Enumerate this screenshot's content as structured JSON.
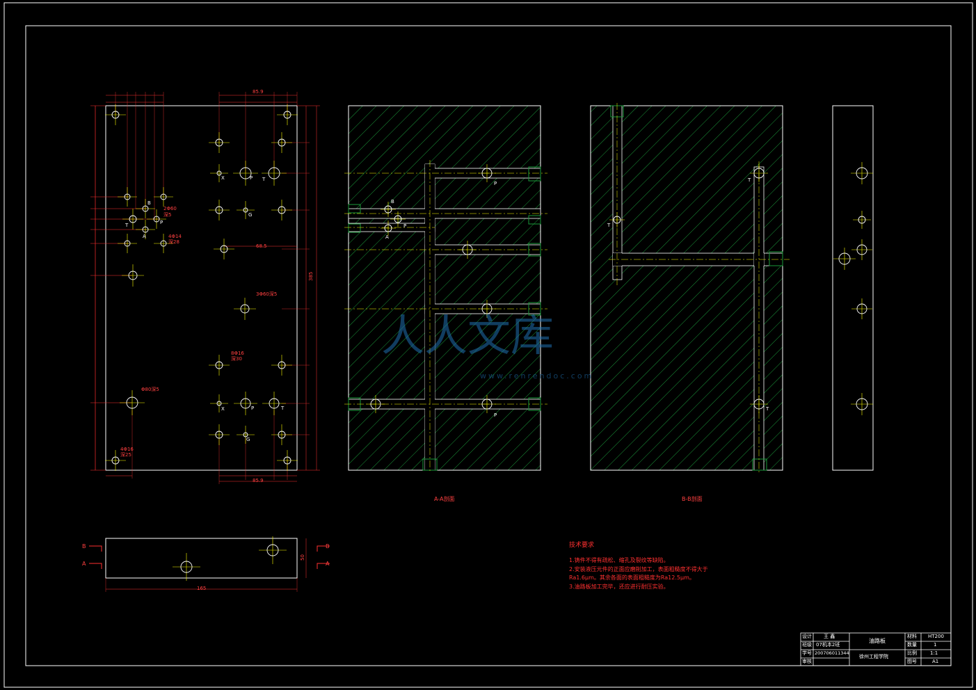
{
  "section_labels": {
    "aa": "A-A剖面",
    "bb": "B-B剖面"
  },
  "port_labels": {
    "b": "B",
    "a": "A",
    "p": "P",
    "t": "T",
    "x": "X",
    "g": "G"
  },
  "callouts": {
    "c1": "2Φ60",
    "c2": "深5",
    "c3": "4Φ14",
    "c4": "深28",
    "c5": "3Φ60深5",
    "c6": "8Φ16",
    "c7": "深30",
    "c8": "Φ80深5",
    "c9": "4Φ16",
    "c10": "深25"
  },
  "dimensions": {
    "total_height": "385",
    "total_width": "165",
    "bottom_height": "50",
    "left_mid": "68.5",
    "right_top": "85.9",
    "right_bottom": "85.9"
  },
  "tech_requirements": {
    "title": "技术要求",
    "line1": "1.铸件不得有疏松、缩孔及裂纹等缺陷。",
    "line2": "2.安装液压元件的正面应磨削加工，表面粗糙度不得大于",
    "line3": "Ra1.6μm。其余各面的表面粗糙度为Ra12.5μm。",
    "line4": "3.油路板加工完毕，还应进行耐压实验。"
  },
  "title_block": {
    "design_label": "设计",
    "design_value": "王 鑫",
    "class_label": "班级",
    "class_value": "07机本2班",
    "id_label": "学号",
    "id_value": "200706011344",
    "review_label": "审核",
    "part_name": "油路板",
    "school": "徐州工程学院",
    "material_label": "材料",
    "material_value": "HT200",
    "qty_label": "数量",
    "qty_value": "1",
    "scale_label": "比例",
    "scale_value": "1:1",
    "sheet_label": "图号",
    "sheet_value": "A1"
  },
  "watermark": {
    "text": "人人文库",
    "url": "www.renrendoc.com"
  },
  "colors": {
    "background": "#000000",
    "outline": "#ffffff",
    "hatch": "#1a9a3a",
    "dim": "#ff3030",
    "center": "#ffff00",
    "hole": "#ffffff"
  }
}
